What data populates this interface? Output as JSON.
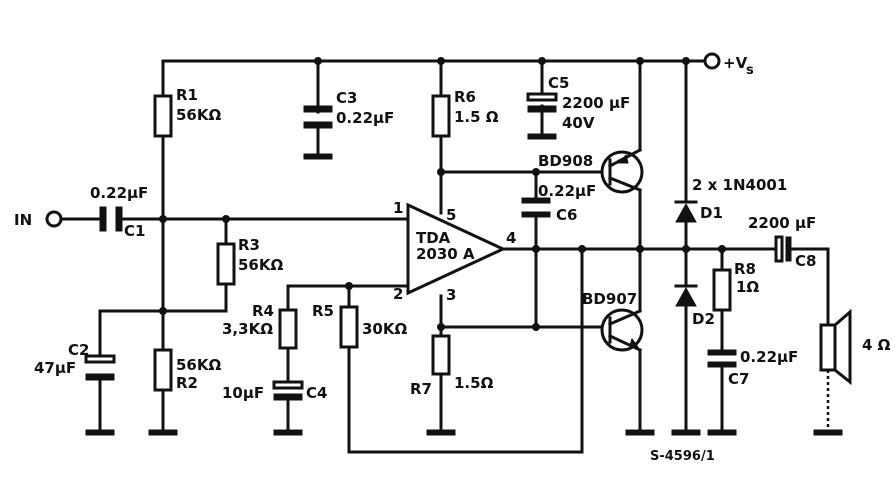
{
  "diagram": {
    "input_label": "IN",
    "supply_label": "+V",
    "supply_sub": "s",
    "ic": {
      "name_line1": "TDA",
      "name_line2": "2030 A",
      "pin1": "1",
      "pin2": "2",
      "pin3": "3",
      "pin4": "4",
      "pin5": "5"
    },
    "components": {
      "R1": {
        "ref": "R1",
        "value": "56KΩ"
      },
      "R2": {
        "ref": "R2",
        "value": "56KΩ"
      },
      "R3": {
        "ref": "R3",
        "value": "56KΩ"
      },
      "R4": {
        "ref": "R4",
        "value": "3,3KΩ"
      },
      "R5": {
        "ref": "R5",
        "value": "30KΩ"
      },
      "R6": {
        "ref": "R6",
        "value": "1.5 Ω"
      },
      "R7": {
        "ref": "R7",
        "value": "1.5Ω"
      },
      "R8": {
        "ref": "R8",
        "value": "1Ω"
      },
      "C1": {
        "ref": "C1",
        "value": "0.22µF"
      },
      "C2": {
        "ref": "C2",
        "value": "47µF"
      },
      "C3": {
        "ref": "C3",
        "value": "0.22µF"
      },
      "C4": {
        "ref": "C4",
        "value": "10µF"
      },
      "C5": {
        "ref": "C5",
        "value_line1": "2200 µF",
        "value_line2": "40V"
      },
      "C6": {
        "ref": "C6",
        "value": "0.22µF"
      },
      "C7": {
        "ref": "C7",
        "value": "0.22µF"
      },
      "C8": {
        "ref": "C8",
        "value": "2200 µF"
      },
      "D1": {
        "ref": "D1"
      },
      "D2": {
        "ref": "D2"
      },
      "diodes_type": "2 x 1N4001",
      "Q1": {
        "ref": "BD908"
      },
      "Q2": {
        "ref": "BD907"
      },
      "speaker": {
        "value": "4 Ω"
      }
    },
    "figure_code": "S-4596/1"
  }
}
